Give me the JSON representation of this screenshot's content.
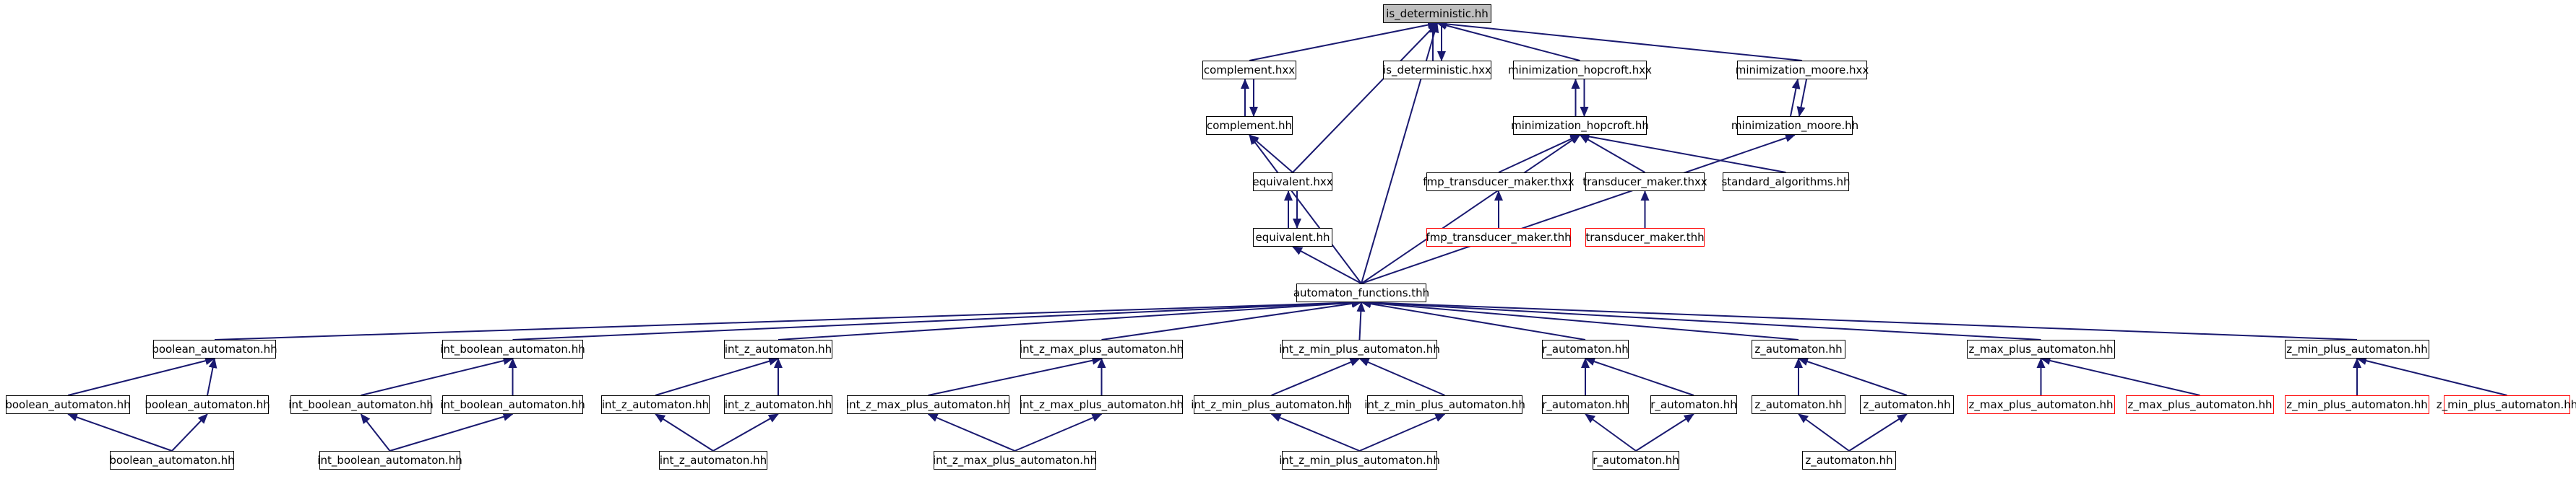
{
  "graph": {
    "nodes": [
      {
        "id": "n0",
        "label": "is_deterministic.hh",
        "kind": "root"
      },
      {
        "id": "n1",
        "label": "complement.hxx",
        "kind": "normal"
      },
      {
        "id": "n2",
        "label": "is_deterministic.hxx",
        "kind": "normal"
      },
      {
        "id": "n3",
        "label": "minimization_hopcroft.hxx",
        "kind": "normal"
      },
      {
        "id": "n4",
        "label": "minimization_moore.hxx",
        "kind": "normal"
      },
      {
        "id": "n5",
        "label": "complement.hh",
        "kind": "normal"
      },
      {
        "id": "n6",
        "label": "minimization_hopcroft.hh",
        "kind": "normal"
      },
      {
        "id": "n7",
        "label": "minimization_moore.hh",
        "kind": "normal"
      },
      {
        "id": "n8",
        "label": "equivalent.hxx",
        "kind": "normal"
      },
      {
        "id": "n9",
        "label": "fmp_transducer_maker.thxx",
        "kind": "normal"
      },
      {
        "id": "n10",
        "label": "transducer_maker.thxx",
        "kind": "normal"
      },
      {
        "id": "n11",
        "label": "standard_algorithms.hh",
        "kind": "normal"
      },
      {
        "id": "n12",
        "label": "fmp_transducer_maker.thh",
        "kind": "external"
      },
      {
        "id": "n13",
        "label": "transducer_maker.thh",
        "kind": "external"
      },
      {
        "id": "n14",
        "label": "equivalent.hh",
        "kind": "normal"
      },
      {
        "id": "n15",
        "label": "automaton_functions.thh",
        "kind": "normal"
      },
      {
        "id": "a1",
        "label": "boolean_automaton.hh",
        "kind": "normal"
      },
      {
        "id": "a2",
        "label": "int_boolean_automaton.hh",
        "kind": "normal"
      },
      {
        "id": "a3",
        "label": "int_z_automaton.hh",
        "kind": "normal"
      },
      {
        "id": "a4",
        "label": "int_z_max_plus_automaton.hh",
        "kind": "normal"
      },
      {
        "id": "a5",
        "label": "int_z_min_plus_automaton.hh",
        "kind": "normal"
      },
      {
        "id": "a6",
        "label": "r_automaton.hh",
        "kind": "normal"
      },
      {
        "id": "a7",
        "label": "z_automaton.hh",
        "kind": "normal"
      },
      {
        "id": "a8",
        "label": "z_max_plus_automaton.hh",
        "kind": "normal"
      },
      {
        "id": "a9",
        "label": "z_min_plus_automaton.hh",
        "kind": "normal"
      },
      {
        "id": "b1l",
        "label": "boolean_automaton.hh",
        "kind": "normal"
      },
      {
        "id": "b1r",
        "label": "boolean_automaton.hh",
        "kind": "normal"
      },
      {
        "id": "b2l",
        "label": "int_boolean_automaton.hh",
        "kind": "normal"
      },
      {
        "id": "b2r",
        "label": "int_boolean_automaton.hh",
        "kind": "normal"
      },
      {
        "id": "b3l",
        "label": "int_z_automaton.hh",
        "kind": "normal"
      },
      {
        "id": "b3r",
        "label": "int_z_automaton.hh",
        "kind": "normal"
      },
      {
        "id": "b4l",
        "label": "int_z_max_plus_automaton.hh",
        "kind": "normal"
      },
      {
        "id": "b4r",
        "label": "int_z_max_plus_automaton.hh",
        "kind": "normal"
      },
      {
        "id": "b5l",
        "label": "int_z_min_plus_automaton.hh",
        "kind": "normal"
      },
      {
        "id": "b5r",
        "label": "int_z_min_plus_automaton.hh",
        "kind": "normal"
      },
      {
        "id": "b6l",
        "label": "r_automaton.hh",
        "kind": "normal"
      },
      {
        "id": "b6r",
        "label": "r_automaton.hh",
        "kind": "normal"
      },
      {
        "id": "b7l",
        "label": "z_automaton.hh",
        "kind": "normal"
      },
      {
        "id": "b7r",
        "label": "z_automaton.hh",
        "kind": "normal"
      },
      {
        "id": "b8l",
        "label": "z_max_plus_automaton.hh",
        "kind": "external"
      },
      {
        "id": "b8r",
        "label": "z_max_plus_automaton.hh",
        "kind": "external"
      },
      {
        "id": "b9l",
        "label": "z_min_plus_automaton.hh",
        "kind": "external"
      },
      {
        "id": "b9r",
        "label": "z_min_plus_automaton.hh",
        "kind": "external"
      },
      {
        "id": "c1",
        "label": "boolean_automaton.hh",
        "kind": "normal"
      },
      {
        "id": "c2",
        "label": "int_boolean_automaton.hh",
        "kind": "normal"
      },
      {
        "id": "c3",
        "label": "int_z_automaton.hh",
        "kind": "normal"
      },
      {
        "id": "c4",
        "label": "int_z_max_plus_automaton.hh",
        "kind": "normal"
      },
      {
        "id": "c5",
        "label": "int_z_min_plus_automaton.hh",
        "kind": "normal"
      },
      {
        "id": "c6",
        "label": "r_automaton.hh",
        "kind": "normal"
      },
      {
        "id": "c7",
        "label": "z_automaton.hh",
        "kind": "normal"
      }
    ],
    "edges": [
      {
        "from": "n1",
        "to": "n0"
      },
      {
        "from": "n2",
        "to": "n0"
      },
      {
        "from": "n0",
        "to": "n2"
      },
      {
        "from": "n3",
        "to": "n0"
      },
      {
        "from": "n4",
        "to": "n0"
      },
      {
        "from": "n8",
        "to": "n0"
      },
      {
        "from": "n15",
        "to": "n0"
      },
      {
        "from": "n5",
        "to": "n1"
      },
      {
        "from": "n1",
        "to": "n5"
      },
      {
        "from": "n6",
        "to": "n3"
      },
      {
        "from": "n3",
        "to": "n6"
      },
      {
        "from": "n7",
        "to": "n4"
      },
      {
        "from": "n4",
        "to": "n7"
      },
      {
        "from": "n8",
        "to": "n5"
      },
      {
        "from": "n15",
        "to": "n5"
      },
      {
        "from": "n9",
        "to": "n6"
      },
      {
        "from": "n10",
        "to": "n6"
      },
      {
        "from": "n11",
        "to": "n6"
      },
      {
        "from": "n15",
        "to": "n6"
      },
      {
        "from": "n15",
        "to": "n7"
      },
      {
        "from": "n14",
        "to": "n8"
      },
      {
        "from": "n8",
        "to": "n14"
      },
      {
        "from": "n12",
        "to": "n9"
      },
      {
        "from": "n13",
        "to": "n10"
      },
      {
        "from": "n15",
        "to": "n14"
      },
      {
        "from": "a1",
        "to": "n15"
      },
      {
        "from": "a2",
        "to": "n15"
      },
      {
        "from": "a3",
        "to": "n15"
      },
      {
        "from": "a4",
        "to": "n15"
      },
      {
        "from": "a5",
        "to": "n15"
      },
      {
        "from": "a6",
        "to": "n15"
      },
      {
        "from": "a7",
        "to": "n15"
      },
      {
        "from": "a8",
        "to": "n15"
      },
      {
        "from": "a9",
        "to": "n15"
      },
      {
        "from": "b1l",
        "to": "a1"
      },
      {
        "from": "b1r",
        "to": "a1"
      },
      {
        "from": "b2l",
        "to": "a2"
      },
      {
        "from": "b2r",
        "to": "a2"
      },
      {
        "from": "b3l",
        "to": "a3"
      },
      {
        "from": "b3r",
        "to": "a3"
      },
      {
        "from": "b4l",
        "to": "a4"
      },
      {
        "from": "b4r",
        "to": "a4"
      },
      {
        "from": "b5l",
        "to": "a5"
      },
      {
        "from": "b5r",
        "to": "a5"
      },
      {
        "from": "b6l",
        "to": "a6"
      },
      {
        "from": "b6r",
        "to": "a6"
      },
      {
        "from": "b7l",
        "to": "a7"
      },
      {
        "from": "b7r",
        "to": "a7"
      },
      {
        "from": "b8l",
        "to": "a8"
      },
      {
        "from": "b8r",
        "to": "a8"
      },
      {
        "from": "b9l",
        "to": "a9"
      },
      {
        "from": "b9r",
        "to": "a9"
      },
      {
        "from": "c1",
        "to": "b1l"
      },
      {
        "from": "c1",
        "to": "b1r"
      },
      {
        "from": "c2",
        "to": "b2l"
      },
      {
        "from": "c2",
        "to": "b2r"
      },
      {
        "from": "c3",
        "to": "b3l"
      },
      {
        "from": "c3",
        "to": "b3r"
      },
      {
        "from": "c4",
        "to": "b4l"
      },
      {
        "from": "c4",
        "to": "b4r"
      },
      {
        "from": "c5",
        "to": "b5l"
      },
      {
        "from": "c5",
        "to": "b5r"
      },
      {
        "from": "c6",
        "to": "b6l"
      },
      {
        "from": "c6",
        "to": "b6r"
      },
      {
        "from": "c7",
        "to": "b7l"
      },
      {
        "from": "c7",
        "to": "b7r"
      }
    ]
  },
  "colors": {
    "edge": "#191970",
    "root_fill": "#bfbfbf",
    "node_border": "#000000",
    "external_border": "#ff0000",
    "background": "#ffffff"
  }
}
